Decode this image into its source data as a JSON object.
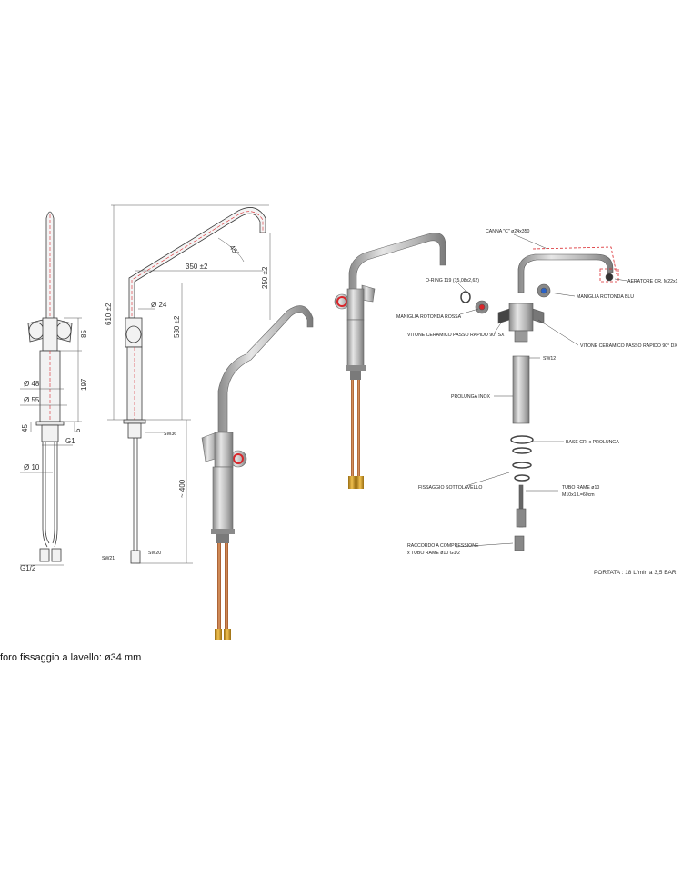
{
  "colors": {
    "line": "#3a3a3a",
    "dimension": "#555555",
    "accent": "#d9262b",
    "chrome_light": "#d8d8d8",
    "chrome_mid": "#a8a8a8",
    "chrome_dark": "#7a7a7a",
    "copper": "#c97a45",
    "brass": "#c9962a"
  },
  "front_view": {
    "dimensions": {
      "d48": "Ø 48",
      "d55": "Ø 55",
      "h85": "85",
      "h197": "197",
      "h45": "45",
      "h5": "5",
      "g1": "G1",
      "d10": "Ø 10",
      "g12": "G1/2"
    }
  },
  "side_view": {
    "dimensions": {
      "reach": "350 ±2",
      "angle": "45°",
      "spout_rise": "250 ±2",
      "d24": "Ø 24",
      "total_height": "610 ±2",
      "body_height": "530 ±2",
      "hose_length": "~ 400",
      "sw36": "SW36",
      "sw21": "SW21",
      "sw20": "SW20"
    }
  },
  "exploded_view": {
    "labels": {
      "canna": "CANNA \"C\" ø24x350",
      "aeratore": "AERATORE CR. M22x1",
      "oring": "O-RING 119 (15,08x2,62)",
      "maniglia_blu": "MANIGLIA ROTONDA BLU",
      "maniglia_rossa": "MANIGLIA ROTONDA ROSSA",
      "vitone_sx": "VITONE CERAMICO PASSO RAPIDO 90° SX",
      "vitone_dx": "VITONE CERAMICO PASSO RAPIDO 90° DX",
      "sw12": "SW12",
      "prolunga": "PROLUNGA INOX",
      "base": "BASE CR. x PROLUNGA",
      "fissaggio": "FISSAGGIO SOTTOLAVELLO",
      "tubo_1": "TUBO RAME ø10",
      "tubo_2": "M10x1 L=60cm",
      "raccordo_1": "RACCORDO A COMPRESSIONE",
      "raccordo_2": "x TUBO RAME ø10 G1/2",
      "portata": "PORTATA : 18 L/min a 3,5 BAR"
    }
  },
  "caption": "foro fissaggio a lavello: ø34 mm"
}
